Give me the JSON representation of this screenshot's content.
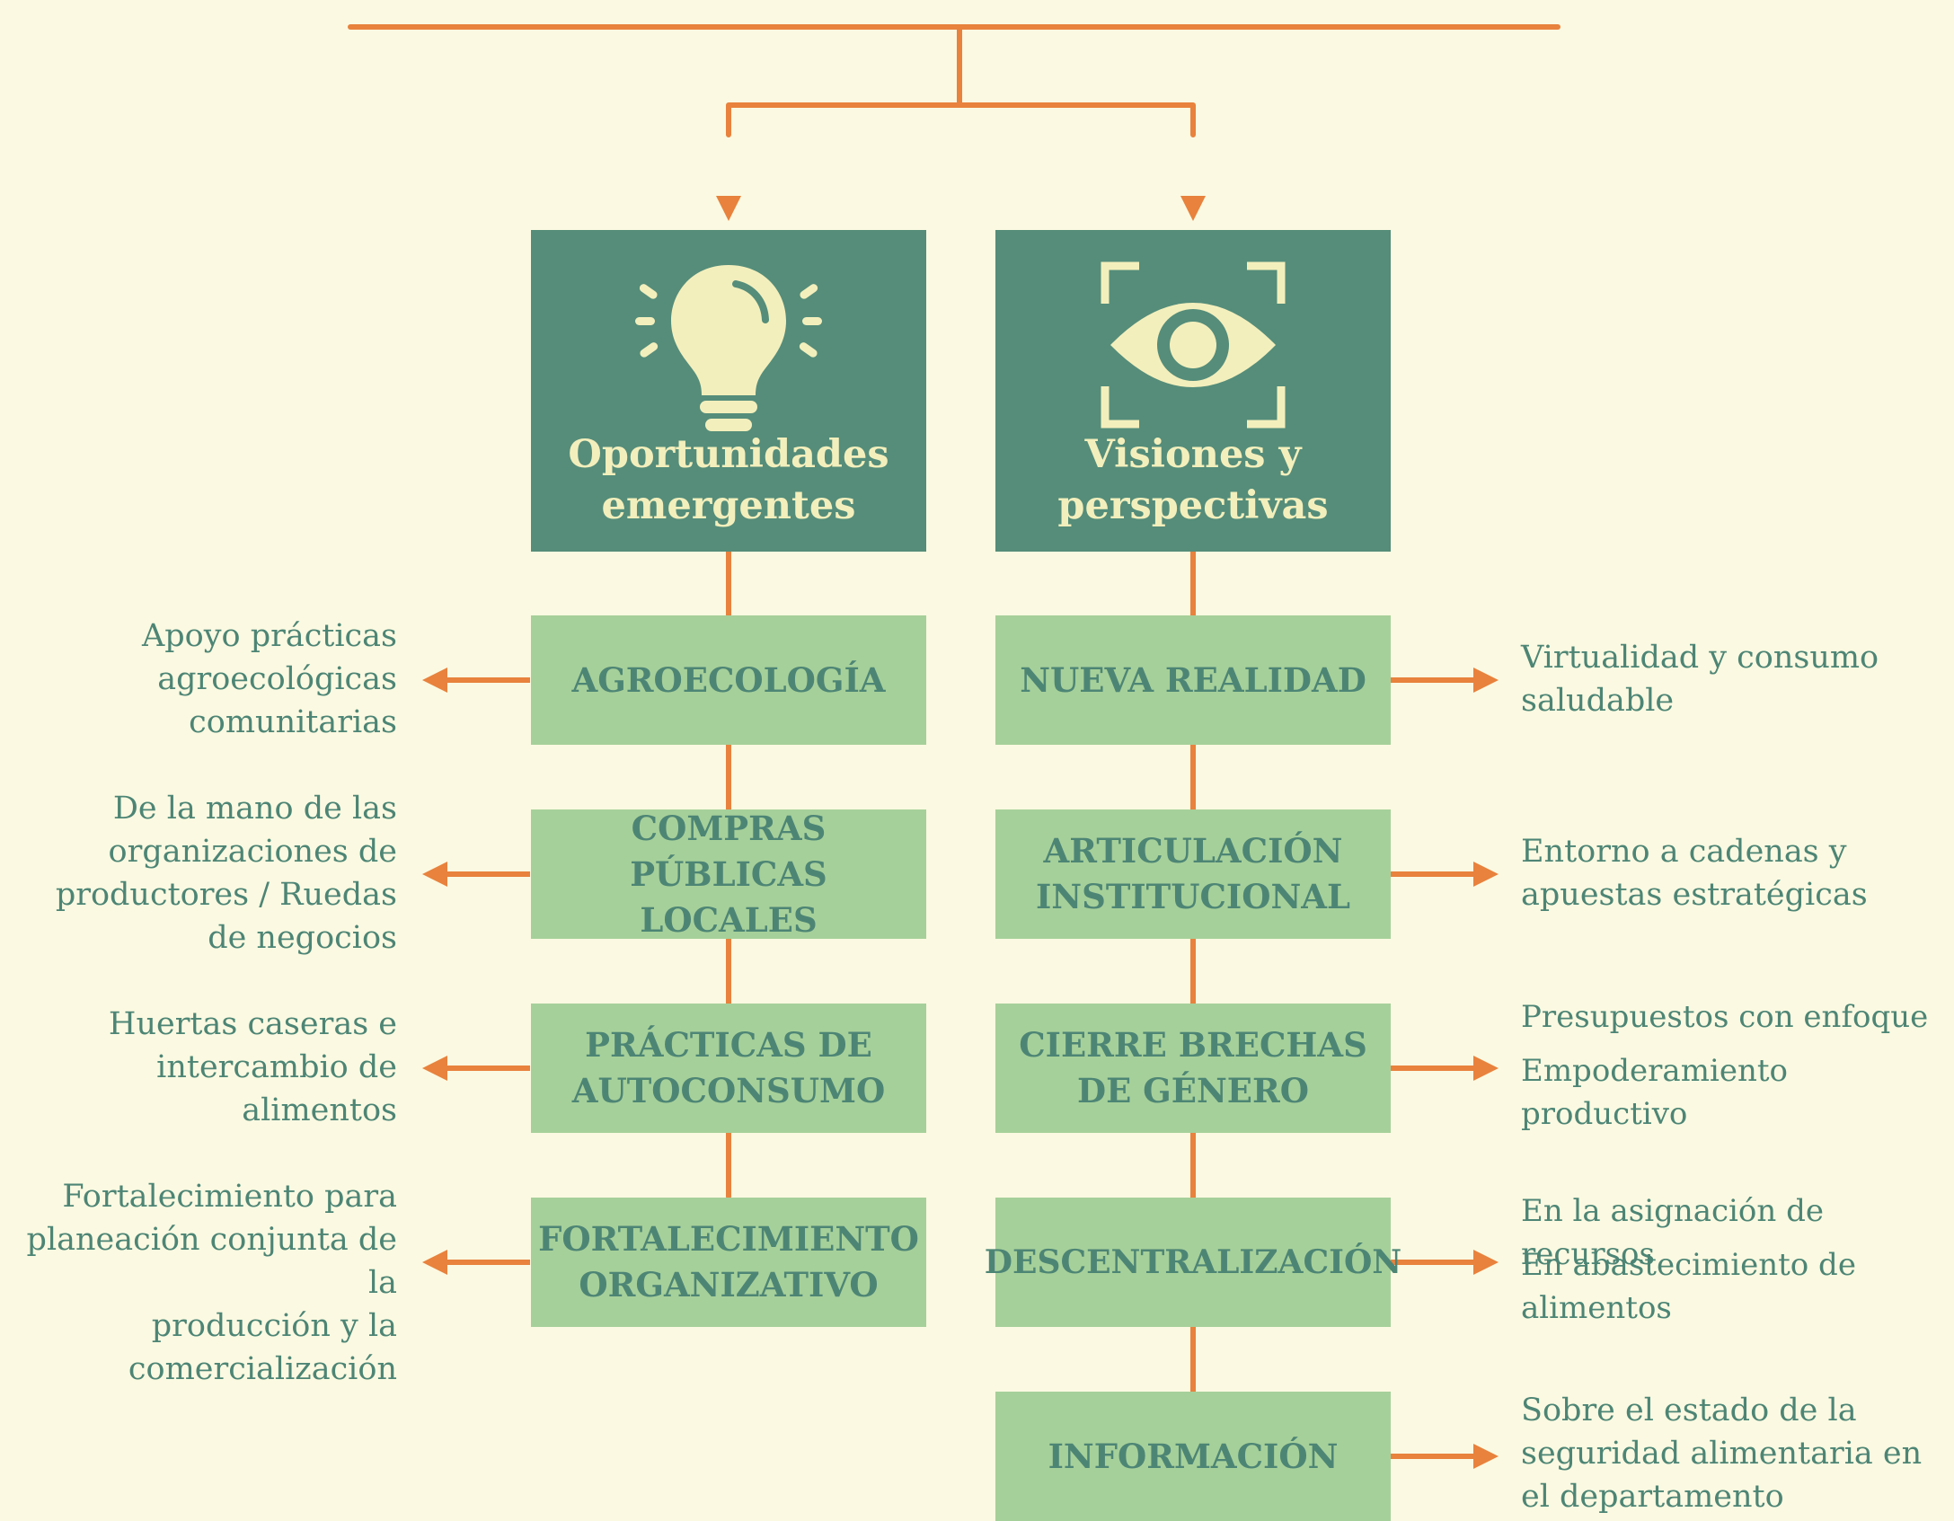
{
  "colors": {
    "background": "#fbf9e1",
    "connector": "#e8823d",
    "header": "#558d7a",
    "header_text": "#f3efbc",
    "box": "#a6d09a",
    "box_text": "#4d8575"
  },
  "left": {
    "icon": "lightbulb-icon",
    "title": "Oportunidades\nemergentes",
    "items": [
      {
        "label": "AGROECOLOGÍA",
        "note": "Apoyo prácticas\nagroecológicas\ncomunitarias"
      },
      {
        "label": "COMPRAS PÚBLICAS\nLOCALES",
        "note": "De la mano de las\norganizaciones de\nproductores / Ruedas\nde negocios"
      },
      {
        "label": "PRÁCTICAS DE\nAUTOCONSUMO",
        "note": "Huertas caseras e\nintercambio de\nalimentos"
      },
      {
        "label": "FORTALECIMIENTO\nORGANIZATIVO",
        "note": "Fortalecimiento para\nplaneación conjunta de la\nproducción y la\ncomercialización"
      }
    ]
  },
  "right": {
    "icon": "eye-focus-icon",
    "title": "Visiones y\nperspectivas",
    "items": [
      {
        "label": "NUEVA REALIDAD",
        "note": "Virtualidad y consumo\nsaludable"
      },
      {
        "label": "ARTICULACIÓN\nINSTITUCIONAL",
        "note": "Entorno a cadenas y\napuestas estratégicas"
      },
      {
        "label": "CIERRE BRECHAS\nDE GÉNERO",
        "note_a": "Presupuestos con enfoque",
        "note_b": "Empoderamiento\nproductivo"
      },
      {
        "label": "DESCENTRALIZACIÓN",
        "note_a": "En la asignación de recursos",
        "note_b": "En abastecimiento de\nalimentos"
      },
      {
        "label": "INFORMACIÓN",
        "note": "Sobre el estado de la\nseguridad alimentaria en\nel departamento"
      }
    ]
  }
}
